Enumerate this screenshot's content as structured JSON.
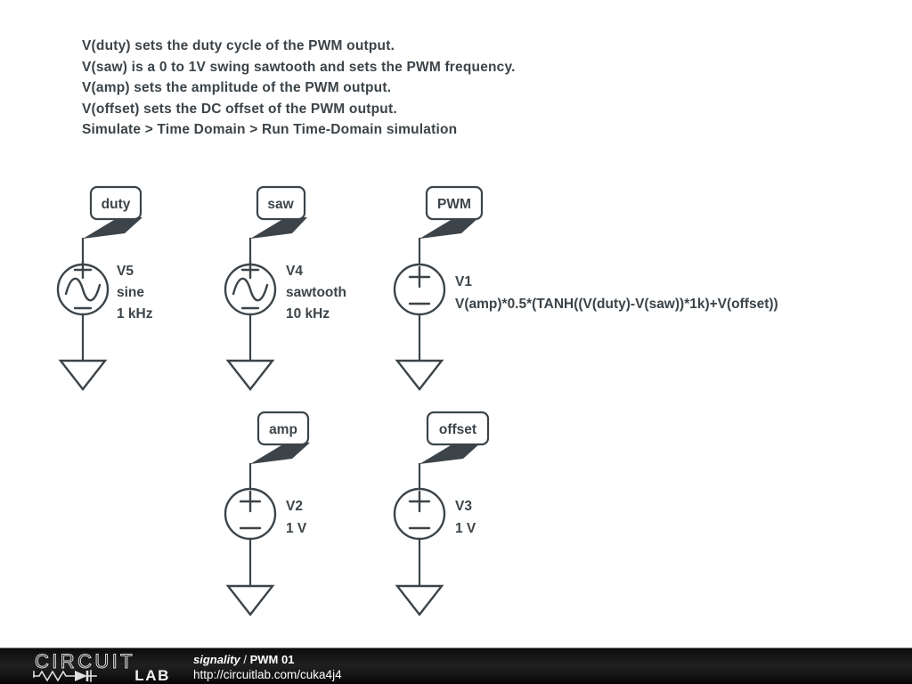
{
  "description": {
    "lines": [
      "V(duty) sets the duty cycle of the PWM output.",
      "V(saw) is a 0 to 1V swing sawtooth and sets the PWM frequency.",
      "V(amp) sets the amplitude of the PWM output.",
      "V(offset) sets the DC offset of the PWM output.",
      "Simulate > Time Domain > Run Time-Domain simulation"
    ]
  },
  "schematic": {
    "line_color": "#3c4449",
    "background": "#ffffff",
    "components": [
      {
        "ref": "V5",
        "node_label": "duty",
        "type": "ac-voltage-source",
        "param1": "sine",
        "param2": "1 kHz"
      },
      {
        "ref": "V4",
        "node_label": "saw",
        "type": "ac-voltage-source",
        "param1": "sawtooth",
        "param2": "10 kHz"
      },
      {
        "ref": "V1",
        "node_label": "PWM",
        "type": "dc-voltage-source",
        "param1": "V(amp)*0.5*(TANH((V(duty)-V(saw))*1k)+V(offset))",
        "param2": ""
      },
      {
        "ref": "V2",
        "node_label": "amp",
        "type": "dc-voltage-source",
        "param1": "1 V",
        "param2": ""
      },
      {
        "ref": "V3",
        "node_label": "offset",
        "type": "dc-voltage-source",
        "param1": "1 V",
        "param2": ""
      }
    ]
  },
  "footer": {
    "logo_word": "CIRCUIT",
    "logo_lab": "LAB",
    "brand": "signality",
    "separator": " / ",
    "title": "PWM 01",
    "url": "http://circuitlab.com/cuka4j4",
    "background": "#101010"
  }
}
